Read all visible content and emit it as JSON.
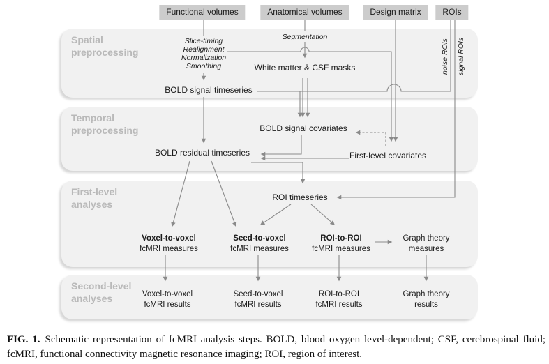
{
  "colors": {
    "box_fill": "#cccccc",
    "box_text": "#1a1a1a",
    "band_fill": "#f1f1f1",
    "band_shadow": "#d7d7d7",
    "band_label": "#b9b9b9",
    "line": "#8a8a8a",
    "text": "#1a1a1a"
  },
  "top_boxes": [
    {
      "label": "Functional volumes"
    },
    {
      "label": "Anatomical volumes"
    },
    {
      "label": "Design matrix"
    },
    {
      "label": "ROIs"
    }
  ],
  "bands": [
    {
      "title": "Spatial\npreprocessing"
    },
    {
      "title": "Temporal\npreprocessing"
    },
    {
      "title": "First-level\nanalyses"
    },
    {
      "title": "Second-level\nanalyses"
    }
  ],
  "spatial": {
    "steps": "Slice-timing\nRealignment\nNormalization\nSmoothing",
    "segmentation": "Segmentation",
    "masks": "White matter & CSF masks",
    "bold_signal": "BOLD signal timeseries",
    "noise_rois": "noise ROIs",
    "signal_rois": "signal ROIs"
  },
  "temporal": {
    "bold_covariates": "BOLD signal covariates",
    "bold_residual": "BOLD residual timeseries",
    "first_level_covariates": "First-level covariates"
  },
  "first_level": {
    "roi_timeseries": "ROI timeseries",
    "measures": [
      {
        "line1": "Voxel-to-voxel",
        "line2": "fcMRI measures"
      },
      {
        "line1": "Seed-to-voxel",
        "line2": "fcMRI measures"
      },
      {
        "line1": "ROI-to-ROI",
        "line2": "fcMRI measures"
      },
      {
        "line1": "Graph theory",
        "line2": "measures"
      }
    ]
  },
  "second_level": {
    "results": [
      {
        "line1": "Voxel-to-voxel",
        "line2": "fcMRI results"
      },
      {
        "line1": "Seed-to-voxel",
        "line2": "fcMRI results"
      },
      {
        "line1": "ROI-to-ROI",
        "line2": "fcMRI results"
      },
      {
        "line1": "Graph theory",
        "line2": "results"
      }
    ]
  },
  "caption": {
    "label": "FIG. 1.",
    "text": "Schematic representation of fcMRI analysis steps. BOLD, blood oxygen level-dependent; CSF, cerebrospinal fluid; fcMRI, functional connectivity magnetic resonance imaging; ROI, region of interest."
  }
}
